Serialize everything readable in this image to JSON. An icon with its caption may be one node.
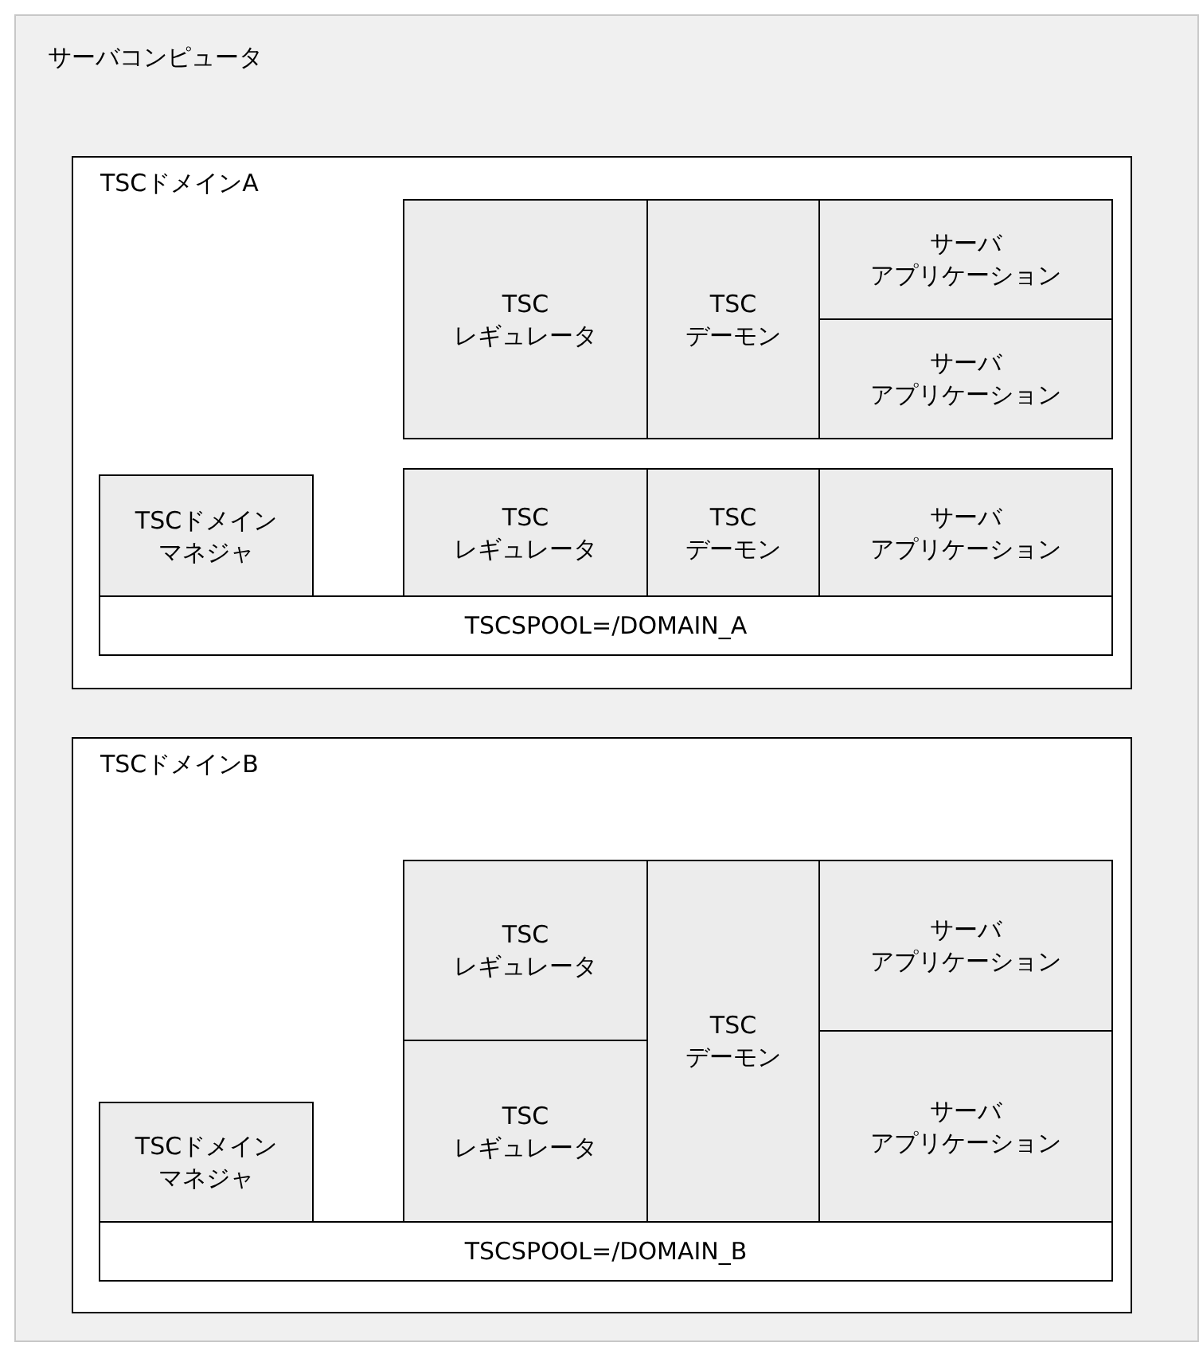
{
  "diagram": {
    "nodes": [
      {
        "text": [
          "サーバコンピュータ"
        ]
      },
      {
        "text": [
          "TSCドメインA"
        ],
        "in": 0
      },
      {
        "text": [
          "TSC レギュレータ"
        ],
        "in": 1
      },
      {
        "text": [
          "TSC デーモン"
        ],
        "in": 1
      },
      {
        "text": [
          "サーバアプリケーション"
        ],
        "in": 1
      },
      {
        "text": [
          "サーバアプリケーション"
        ],
        "in": 1
      },
      {
        "text": [
          "TSCドメインマネジャ"
        ],
        "in": 1
      },
      {
        "text": [
          "TSC レギュレータ"
        ],
        "in": 1
      },
      {
        "text": [
          "TSC デーモン"
        ],
        "in": 1
      },
      {
        "text": [
          "サーバアプリケーション"
        ],
        "in": 1
      },
      {
        "text": [
          "TSCSPOOL=/DOMAIN_A"
        ],
        "in": 1
      },
      {
        "text": [
          "TSCドメインB"
        ],
        "in": 0
      },
      {
        "text": [
          "TSC レギュレータ"
        ],
        "in": 11
      },
      {
        "text": [
          "TSC デーモン"
        ],
        "in": 11
      },
      {
        "text": [
          "サーバアプリケーション"
        ],
        "in": 11
      },
      {
        "text": [
          "TSC レギュレータ"
        ],
        "in": 11
      },
      {
        "text": [
          "サーバアプリケーション"
        ],
        "in": 11
      },
      {
        "text": [
          "TSCドメインマネジャ"
        ],
        "in": 11
      },
      {
        "text": [
          "TSCSPOOL=/DOMAIN_B"
        ],
        "in": 11
      }
    ],
    "edges": []
  }
}
